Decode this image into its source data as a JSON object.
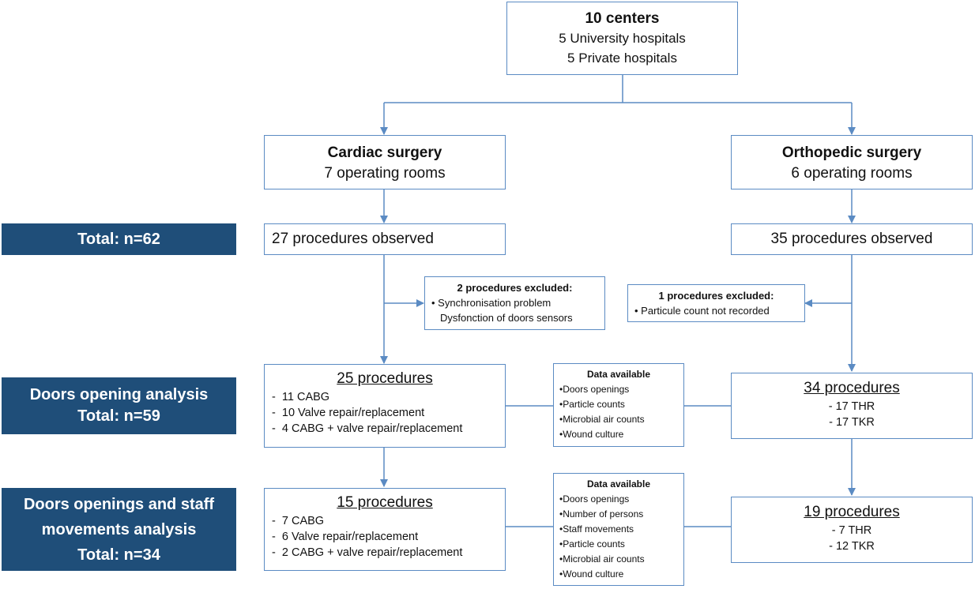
{
  "top": {
    "title": "10 centers",
    "line1": "5 University hospitals",
    "line2": "5 Private hospitals"
  },
  "cardiac": {
    "title": "Cardiac surgery",
    "sub": "7 operating rooms"
  },
  "ortho": {
    "title": "Orthopedic surgery",
    "sub": "6 operating rooms"
  },
  "total_bar": "Total: n=62",
  "cardiac_observed": "27 procedures observed",
  "ortho_observed": "35 procedures observed",
  "cardiac_excluded": {
    "title": "2 procedures excluded:",
    "items": [
      "Synchronisation problem",
      "Dysfonction of doors sensors"
    ]
  },
  "ortho_excluded": {
    "title": "1 procedures excluded:",
    "items": [
      "Particule count not recorded"
    ]
  },
  "doors_bar": {
    "line1": "Doors opening analysis",
    "line2": "Total: n=59"
  },
  "cardiac_doors": {
    "title": "25 procedures",
    "items": [
      "11 CABG",
      "10 Valve repair/replacement",
      "4 CABG + valve repair/replacement"
    ]
  },
  "data_available_1": {
    "title": "Data available",
    "items": [
      "Doors openings",
      "Particle  counts",
      "Microbial air counts",
      "Wound culture"
    ]
  },
  "ortho_doors": {
    "title": "34 procedures",
    "items": [
      "17 THR",
      "17 TKR"
    ]
  },
  "staff_bar": {
    "line1": "Doors openings and staff",
    "line2": "movements analysis",
    "line3": "Total: n=34"
  },
  "cardiac_staff": {
    "title": "15 procedures",
    "items": [
      "7 CABG",
      "6 Valve repair/replacement",
      "2 CABG + valve repair/replacement"
    ]
  },
  "data_available_2": {
    "title": "Data available",
    "items": [
      "Doors openings",
      "Number of persons",
      "Staff movements",
      "Particle  counts",
      "Microbial air counts",
      "Wound culture"
    ]
  },
  "ortho_staff": {
    "title": "19 procedures",
    "items": [
      "7 THR",
      "12 TKR"
    ]
  },
  "colors": {
    "border": "#5b8bc3",
    "arrow": "#5b8bc3",
    "bar": "#1f4e79"
  }
}
